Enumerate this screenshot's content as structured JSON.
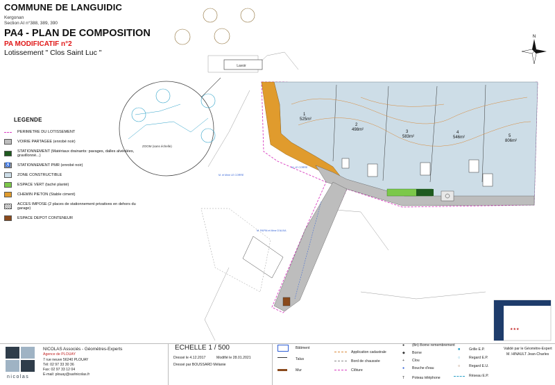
{
  "header": {
    "commune": "COMMUNE DE LANGUIDIC",
    "place": "Kergonan",
    "section": "Section AI n°388, 389, 390",
    "title": "PA4 - PLAN DE COMPOSITION",
    "modification": "PA MODIFICATIF n°2",
    "lotissement": "Lotissement \" Clos Saint Luc \""
  },
  "legend": {
    "title": "LEGENDE",
    "items": [
      {
        "label": "PERIMETRE DU LOTISSEMENT",
        "kind": "dash",
        "color": "#d83bc0"
      },
      {
        "label": "VOIRIE PARTAGEE (enrobé noir)",
        "kind": "box",
        "color": "#bdbdbd"
      },
      {
        "label": "STATIONNEMENT (Matériaux drainants: pavages, dalles alvéolées, gravillonné...)",
        "kind": "box",
        "color": "#1f5a1f"
      },
      {
        "label": "STATIONNEMENT PMR (enrobé noir)",
        "kind": "pmr",
        "color": "#9e9e9e"
      },
      {
        "label": "ZONE CONSTRUCTIBLE",
        "kind": "box",
        "color": "#cddde7"
      },
      {
        "label": "ESPACE VERT (taché planté)",
        "kind": "box",
        "color": "#7cc84a"
      },
      {
        "label": "CHEMIN PIETON (Stable ciment)",
        "kind": "box",
        "color": "#e09b2d"
      },
      {
        "label": "ACCES IMPOSE (2 places de stationnement privatives en dehors du garage)",
        "kind": "hatch",
        "color": "#ffffff"
      },
      {
        "label": "ESPACE DEPOT CONTENEUR",
        "kind": "box",
        "color": "#8a4a1c"
      }
    ]
  },
  "map": {
    "lavoir": "Lavoir",
    "zoom_label": "ZOOM (sans échelle)",
    "north_label": "N",
    "lots": [
      {
        "num": "1",
        "area": "525m²"
      },
      {
        "num": "2",
        "area": "498m²"
      },
      {
        "num": "3",
        "area": "583m²"
      },
      {
        "num": "4",
        "area": "546m²"
      },
      {
        "num": "5",
        "area": "806m²"
      }
    ],
    "parcel_labels": [
      "M. PAPIN et Mme D'AUXA",
      "M. et Mme LE CORRE",
      "M. LE CORRE"
    ]
  },
  "footer": {
    "office_name": "NICOLAS Associés - Géomètres-Experts",
    "agency": "Agence de PLOUAY",
    "address": "7 rue neuve 56240 PLOUAY",
    "tel": "Tél: 02 97 33 30 36",
    "fax": "Fax: 02 97 33 12 04",
    "email": "E-mail: plouay@sarlnicolas.fr",
    "logo_text": "nicolas",
    "scale": "ECHELLE 1 / 500",
    "drawn_date": "Dressé le 4.12.2017",
    "modified_date": "Modifié le 28.01.2021",
    "drawn_by": "Dressé par BOUSSARD Mélanie",
    "validated": "Validé par le Géomètre-Expert",
    "validator": "M. HINAULT Jean-Charles",
    "symbols": [
      "Bâtiment",
      "Talus",
      "Mur",
      "Application cadastrale",
      "Bord de chaussée",
      "Clôture",
      "(Bri) Borne remembrement",
      "Borne",
      "Clou",
      "Bouche d'eau",
      "Poteau téléphone",
      "Grille E.P.",
      "Regard E.P.",
      "Regard E.U.",
      "Réseau E.P."
    ]
  }
}
